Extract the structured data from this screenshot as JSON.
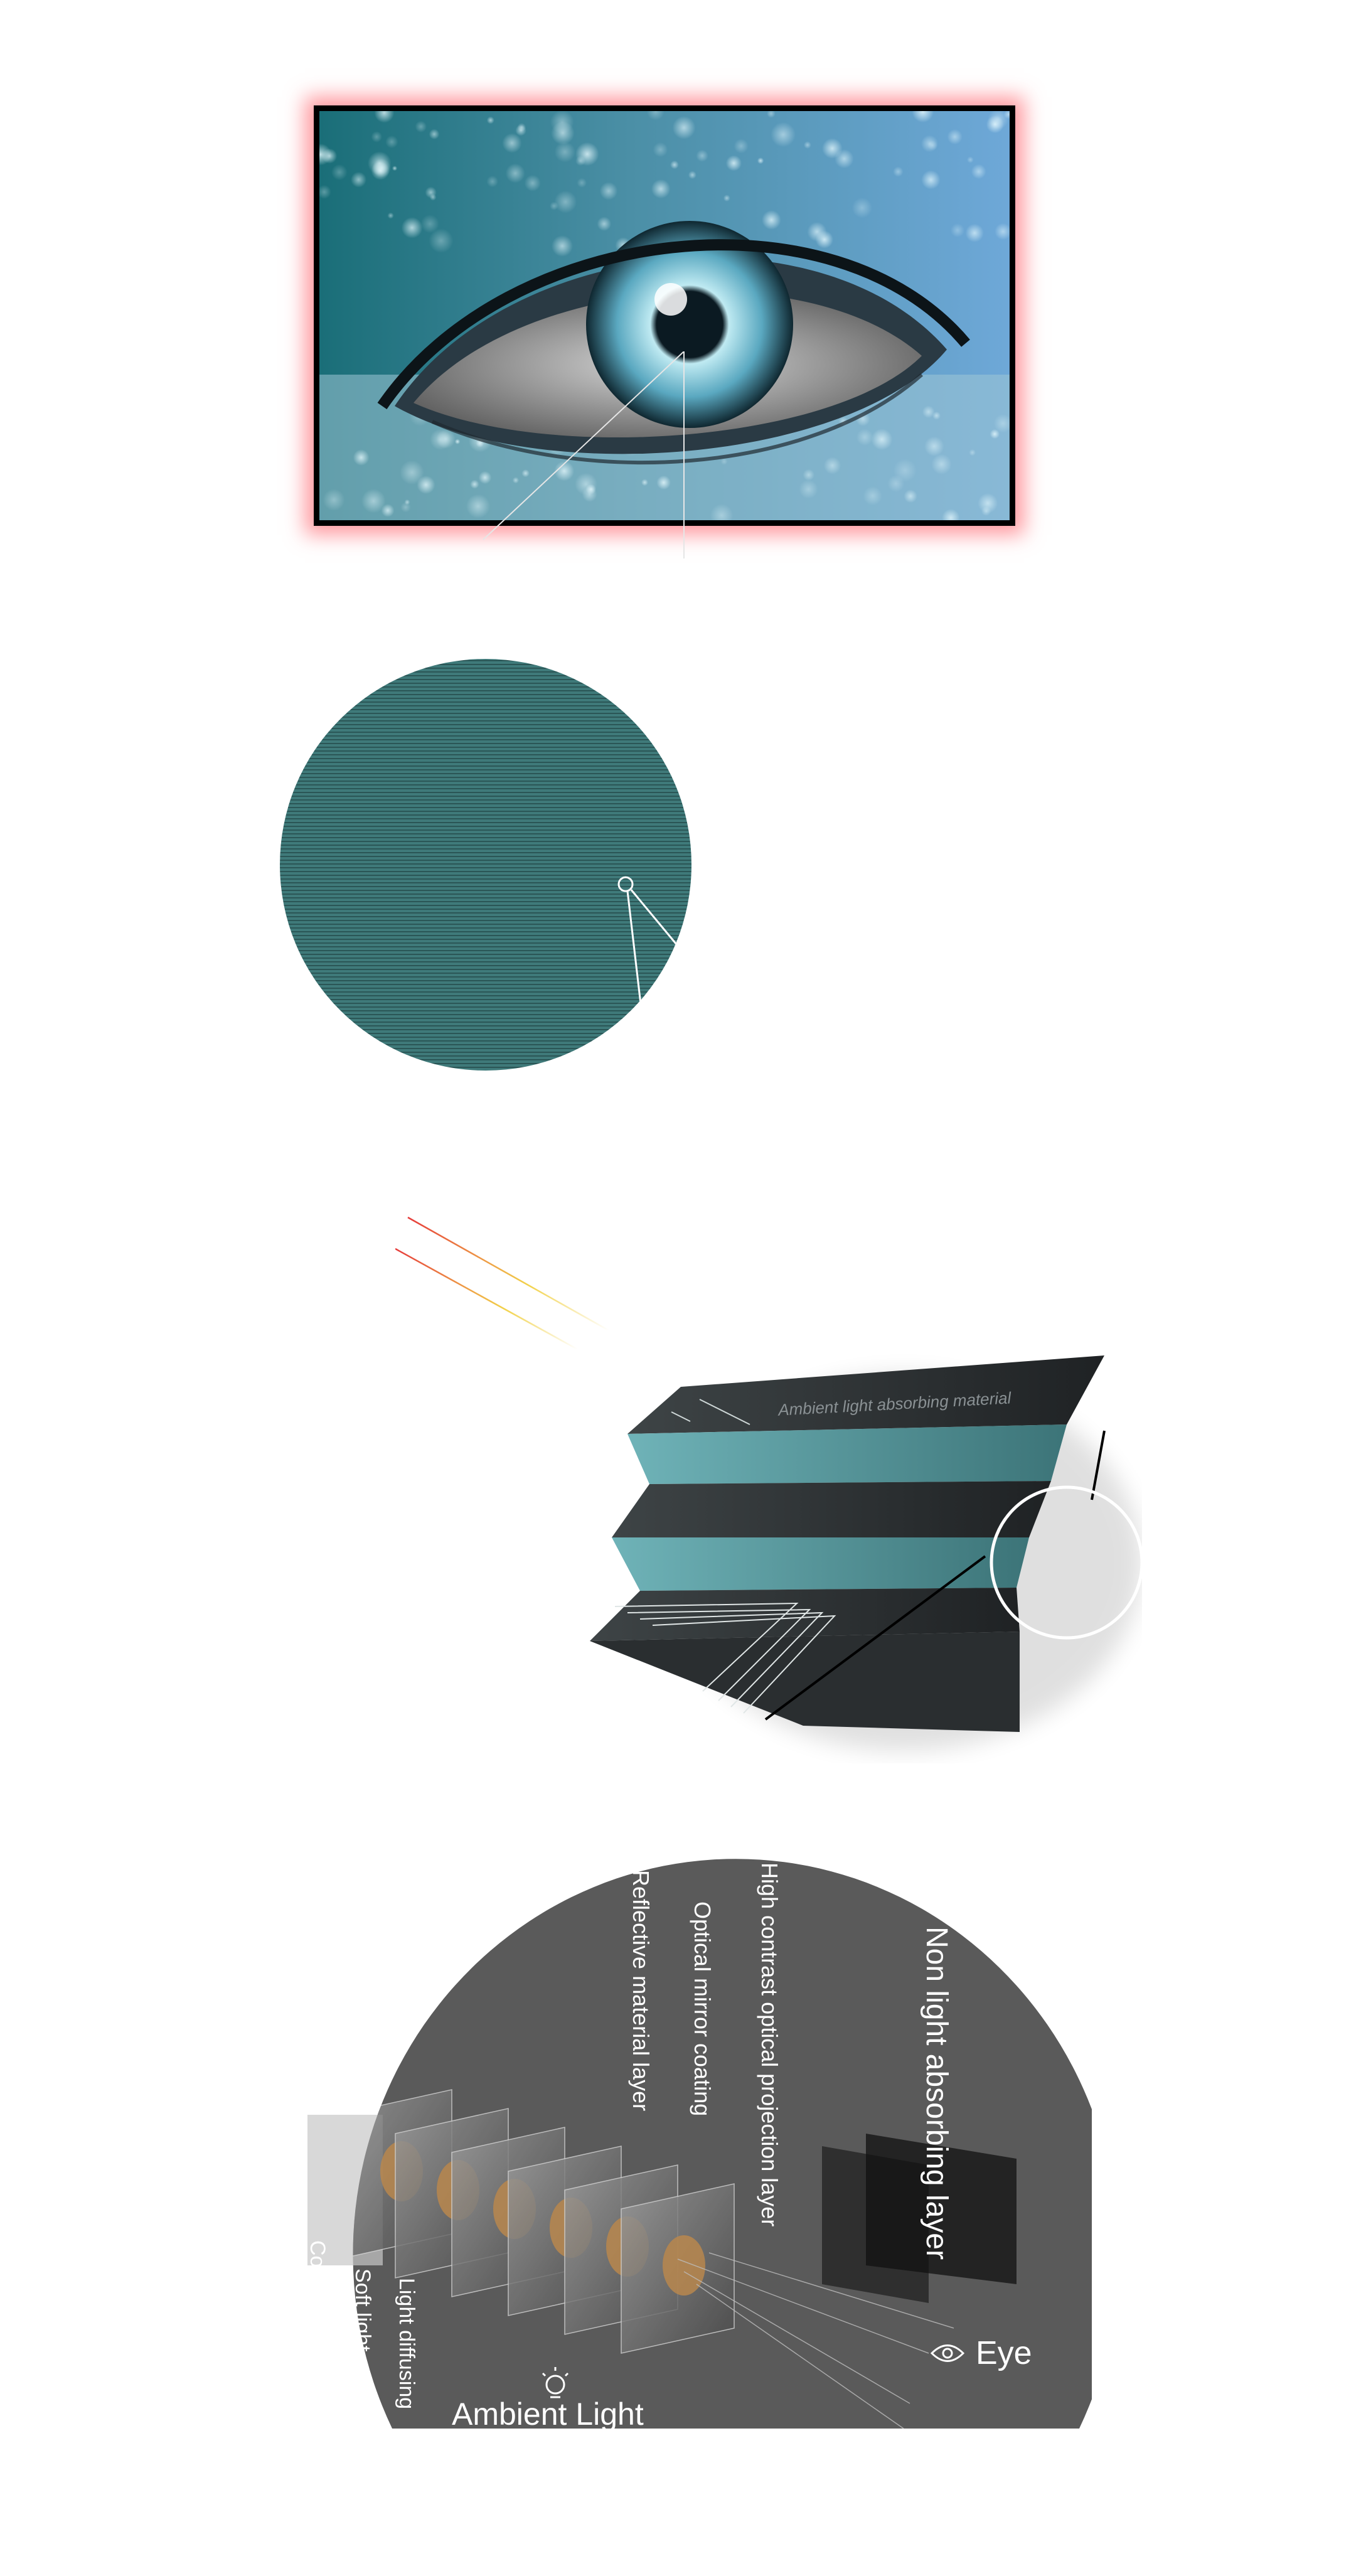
{
  "panel": {
    "surface_label": "Ambient light absorbing material"
  },
  "diagram": {
    "layers": [
      "Reflective material layer",
      "Optical mirror coating",
      "High contrast optical projection layer",
      "Non light absorbing layer",
      "Light diffusing",
      "Soft light",
      "Color"
    ],
    "eye_label": "Eye",
    "ambient_label": "Ambient Light"
  },
  "colors": {
    "tv_glow": "#ff4650",
    "teal": "#3f7a7a",
    "panel_teal": "#5fa5ab",
    "panel_dark": "#2e3234",
    "diagram_bg": "#5a5a5a"
  },
  "icons": [
    "eye-icon",
    "lightbulb-icon"
  ]
}
